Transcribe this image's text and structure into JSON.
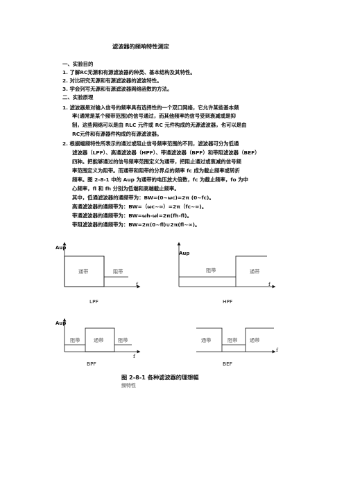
{
  "title": "滤波器的频响特性测定",
  "sec1": {
    "heading": "一、实验目的",
    "items": [
      "1.  了解RC无源和有源滤波器的种类、基本结构及其特性。",
      "2.  对比研究无源和有源滤波器的滤波特性。",
      "3.  学会列写无源和有源滤波器网络函数的方法。"
    ]
  },
  "sec2": {
    "heading": "二、实验原理",
    "p1": [
      "1.  滤波器是对输入信号的频率具有选择性的一个双口网络，它允许某些基本频",
      "率(通常是某个频带范围)的信号通过，而其他频率的信号受到衰减或是抑",
      "制，这些网络可以是由 RLC 元件或 RC 元件构成的无源滤波器，也可以是由",
      "RC元件和有源器件构成的有源滤波器。"
    ],
    "p2": [
      "2.  根据幅频特性所表示的通过或阻止信号频率范围的不同，滤波器可分为低通",
      "滤波器（LPF）、高通滤波器（HPF）、带通滤波器（BPF）和带阻滤波器（BEF）",
      "四种。把能够通过的信号频率范围定义为通带，把阻止通过或衰减的信号频",
      "率范围定义为阻带。而通带和阻带的分界点的频率 fc 成为截止频率或转折",
      "频率。图 2-8-1 中的 Aup 为通带的电压放大倍数，fc 为截止频率，fo 为中",
      "心频率，fl 和 fh 分别为低端和高端截止频率。"
    ],
    "formulas": [
      "其中，低通滤波器的通频带为：BW=(0~ωc)=2π (0~fc)。",
      "高通滤波器的通频带为：BW=（ωc~∞）=2π（fc~∞)。",
      "带通滤波器的通频带为：BW=ωh-ωl=2π(fh-fl)。",
      "带阻滤波器的通频带为：BW=2π(0~fl)∪2π(fl~∞)。"
    ]
  },
  "diagrams": {
    "aup": "Aup",
    "f": "f",
    "lpf": {
      "pass": "通带",
      "stop": "阻带",
      "name": "LPF"
    },
    "hpf": {
      "stop": "阻带",
      "pass": "通带",
      "name": "HPF"
    },
    "bpf": {
      "stop1": "阻带",
      "pass": "通带",
      "stop2": "阻带",
      "name": "BPF"
    },
    "bef": {
      "pass1": "通带",
      "stop": "阻带",
      "pass2": "通带",
      "name": "BEF"
    }
  },
  "caption": {
    "line1": "图  2-8-1   各种滤波器的理想幅",
    "line2": "频特性"
  }
}
